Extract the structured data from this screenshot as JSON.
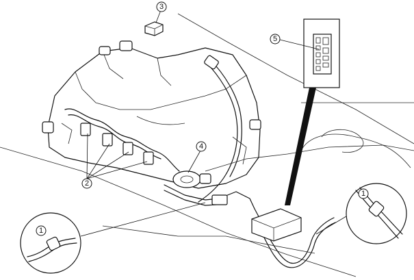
{
  "callouts": {
    "c1_left": "1",
    "c1_right": "1",
    "c2": "2",
    "c3": "3",
    "c4": "4",
    "c5": "5"
  }
}
